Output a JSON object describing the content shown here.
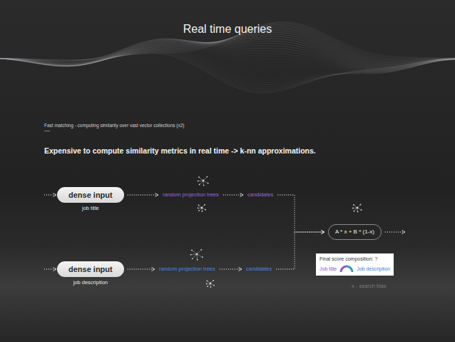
{
  "diagram": {
    "title": "Real time queries",
    "nodes": [
      {
        "text": [
          "dense input",
          "job title"
        ]
      },
      {
        "text": [
          "random projection trees"
        ]
      },
      {
        "text": [
          "candidates"
        ]
      },
      {
        "text": [
          "dense input",
          "job description"
        ]
      },
      {
        "text": [
          "random projection trees"
        ]
      },
      {
        "text": [
          "candidates"
        ]
      },
      {
        "text": [
          "A * x + B * (1-x)"
        ]
      },
      {
        "text": [
          "Final score composition: ?",
          "Job title",
          "Job description"
        ]
      }
    ],
    "edges": [
      {
        "from": 0,
        "to": 1,
        "arrow": "to"
      },
      {
        "from": 1,
        "to": 2,
        "arrow": "to"
      },
      {
        "from": 3,
        "to": 4,
        "arrow": "to"
      },
      {
        "from": 4,
        "to": 5,
        "arrow": "to"
      },
      {
        "from": 2,
        "to": 6,
        "arrow": "to"
      },
      {
        "from": 5,
        "to": 6,
        "arrow": "to"
      }
    ],
    "labels": [
      "Fast matching - computing similarity over vast vector collections (x2)",
      "—",
      "Expensive to compute similarity metrics in real time -> k-nn approximations.",
      "x - search bias"
    ]
  }
}
